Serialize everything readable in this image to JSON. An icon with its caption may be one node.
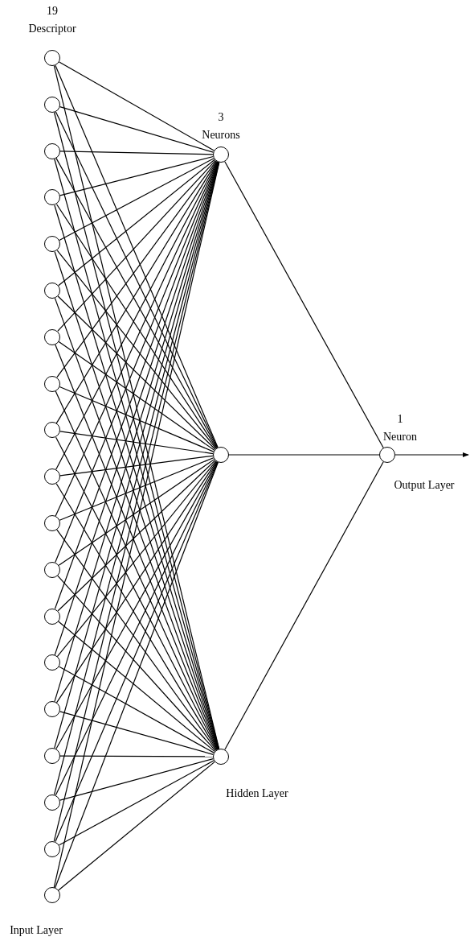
{
  "diagram": {
    "nodes": [
      {
        "text": [],
        "shape": "circle"
      },
      {
        "text": [],
        "shape": "circle"
      },
      {
        "text": [],
        "shape": "circle"
      },
      {
        "text": [],
        "shape": "circle"
      },
      {
        "text": [],
        "shape": "circle"
      },
      {
        "text": [],
        "shape": "circle"
      },
      {
        "text": [],
        "shape": "circle"
      },
      {
        "text": [],
        "shape": "circle"
      },
      {
        "text": [],
        "shape": "circle"
      },
      {
        "text": [],
        "shape": "circle"
      },
      {
        "text": [],
        "shape": "circle"
      },
      {
        "text": [],
        "shape": "circle"
      },
      {
        "text": [],
        "shape": "circle"
      },
      {
        "text": [],
        "shape": "circle"
      },
      {
        "text": [],
        "shape": "circle"
      },
      {
        "text": [],
        "shape": "circle"
      },
      {
        "text": [],
        "shape": "circle"
      },
      {
        "text": [],
        "shape": "circle"
      },
      {
        "text": [],
        "shape": "circle"
      },
      {
        "text": [],
        "shape": "circle"
      },
      {
        "text": [],
        "shape": "circle"
      },
      {
        "text": [],
        "shape": "circle"
      },
      {
        "text": [],
        "shape": "circle"
      }
    ],
    "edges": [
      {
        "from": 0,
        "to": 19,
        "arrow": "none"
      },
      {
        "from": 0,
        "to": 20,
        "arrow": "none"
      },
      {
        "from": 0,
        "to": 21,
        "arrow": "none"
      },
      {
        "from": 1,
        "to": 19,
        "arrow": "none"
      },
      {
        "from": 1,
        "to": 20,
        "arrow": "none"
      },
      {
        "from": 1,
        "to": 21,
        "arrow": "none"
      },
      {
        "from": 2,
        "to": 19,
        "arrow": "none"
      },
      {
        "from": 2,
        "to": 20,
        "arrow": "none"
      },
      {
        "from": 2,
        "to": 21,
        "arrow": "none"
      },
      {
        "from": 3,
        "to": 19,
        "arrow": "none"
      },
      {
        "from": 3,
        "to": 20,
        "arrow": "none"
      },
      {
        "from": 3,
        "to": 21,
        "arrow": "none"
      },
      {
        "from": 4,
        "to": 19,
        "arrow": "none"
      },
      {
        "from": 4,
        "to": 20,
        "arrow": "none"
      },
      {
        "from": 4,
        "to": 21,
        "arrow": "none"
      },
      {
        "from": 5,
        "to": 19,
        "arrow": "none"
      },
      {
        "from": 5,
        "to": 20,
        "arrow": "none"
      },
      {
        "from": 5,
        "to": 21,
        "arrow": "none"
      },
      {
        "from": 6,
        "to": 19,
        "arrow": "none"
      },
      {
        "from": 6,
        "to": 20,
        "arrow": "none"
      },
      {
        "from": 6,
        "to": 21,
        "arrow": "none"
      },
      {
        "from": 7,
        "to": 19,
        "arrow": "none"
      },
      {
        "from": 7,
        "to": 20,
        "arrow": "none"
      },
      {
        "from": 7,
        "to": 21,
        "arrow": "none"
      },
      {
        "from": 8,
        "to": 19,
        "arrow": "none"
      },
      {
        "from": 8,
        "to": 20,
        "arrow": "none"
      },
      {
        "from": 8,
        "to": 21,
        "arrow": "none"
      },
      {
        "from": 9,
        "to": 19,
        "arrow": "none"
      },
      {
        "from": 9,
        "to": 20,
        "arrow": "none"
      },
      {
        "from": 9,
        "to": 21,
        "arrow": "none"
      },
      {
        "from": 10,
        "to": 19,
        "arrow": "none"
      },
      {
        "from": 10,
        "to": 20,
        "arrow": "none"
      },
      {
        "from": 10,
        "to": 21,
        "arrow": "none"
      },
      {
        "from": 11,
        "to": 19,
        "arrow": "none"
      },
      {
        "from": 11,
        "to": 20,
        "arrow": "none"
      },
      {
        "from": 11,
        "to": 21,
        "arrow": "none"
      },
      {
        "from": 12,
        "to": 19,
        "arrow": "none"
      },
      {
        "from": 12,
        "to": 20,
        "arrow": "none"
      },
      {
        "from": 12,
        "to": 21,
        "arrow": "none"
      },
      {
        "from": 13,
        "to": 19,
        "arrow": "none"
      },
      {
        "from": 13,
        "to": 20,
        "arrow": "none"
      },
      {
        "from": 13,
        "to": 21,
        "arrow": "none"
      },
      {
        "from": 14,
        "to": 19,
        "arrow": "none"
      },
      {
        "from": 14,
        "to": 20,
        "arrow": "none"
      },
      {
        "from": 14,
        "to": 21,
        "arrow": "none"
      },
      {
        "from": 15,
        "to": 19,
        "arrow": "none"
      },
      {
        "from": 15,
        "to": 20,
        "arrow": "none"
      },
      {
        "from": 15,
        "to": 21,
        "arrow": "none"
      },
      {
        "from": 16,
        "to": 19,
        "arrow": "none"
      },
      {
        "from": 16,
        "to": 20,
        "arrow": "none"
      },
      {
        "from": 16,
        "to": 21,
        "arrow": "none"
      },
      {
        "from": 17,
        "to": 19,
        "arrow": "none"
      },
      {
        "from": 17,
        "to": 20,
        "arrow": "none"
      },
      {
        "from": 17,
        "to": 21,
        "arrow": "none"
      },
      {
        "from": 18,
        "to": 19,
        "arrow": "none"
      },
      {
        "from": 18,
        "to": 20,
        "arrow": "none"
      },
      {
        "from": 18,
        "to": 21,
        "arrow": "none"
      },
      {
        "from": 19,
        "to": 22,
        "arrow": "none"
      },
      {
        "from": 20,
        "to": 22,
        "arrow": "none"
      },
      {
        "from": 21,
        "to": 22,
        "arrow": "none"
      },
      {
        "from": 22,
        "to": null,
        "arrow": "to"
      }
    ],
    "labels": [
      "19 Descriptor",
      "3 Neurons",
      "1 Neuron",
      "Output Layer",
      "Hidden Layer",
      "Input Layer"
    ]
  }
}
